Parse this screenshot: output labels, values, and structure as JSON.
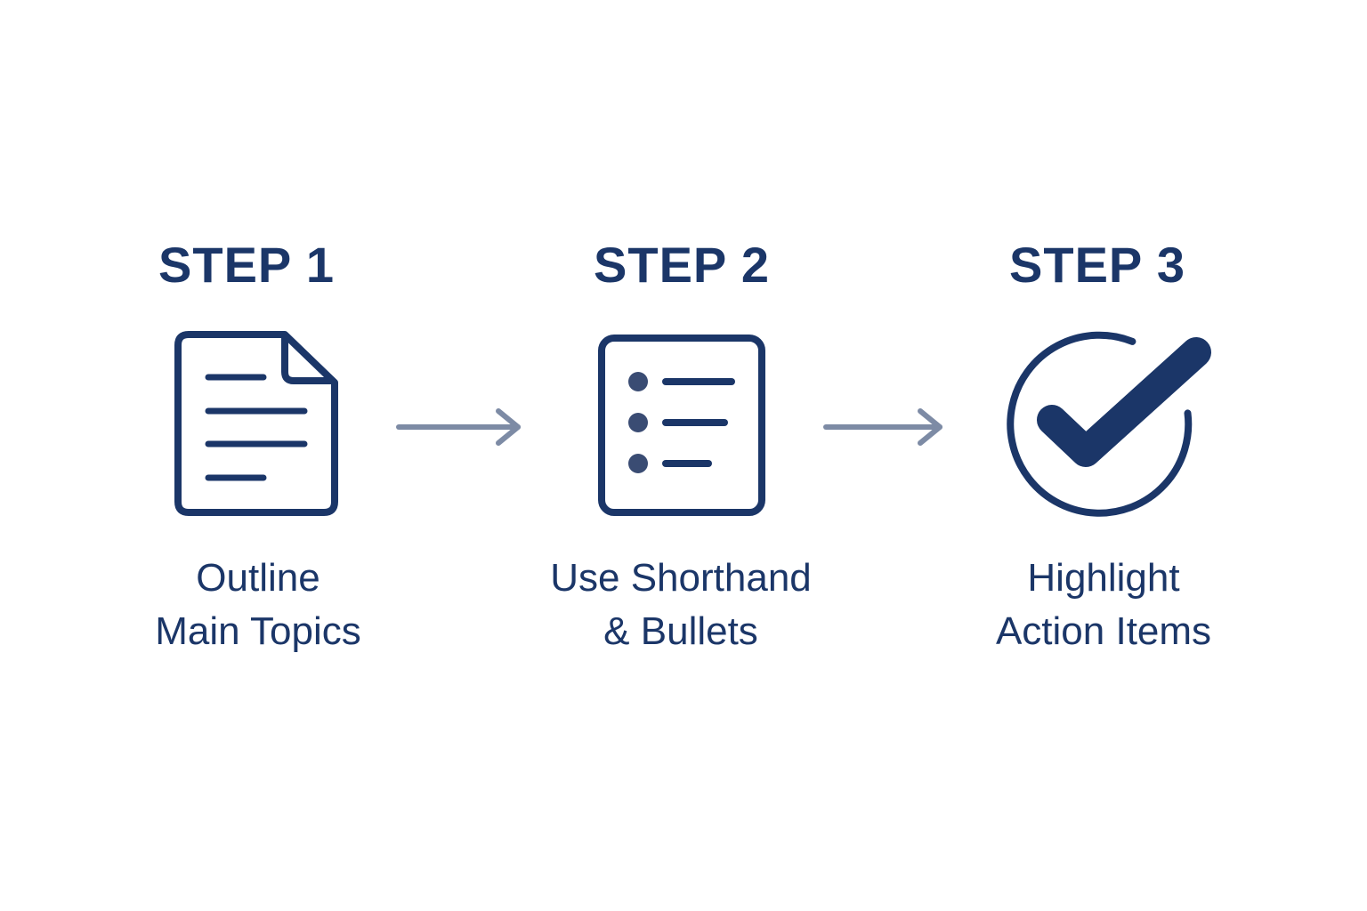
{
  "colors": {
    "background": "#FFFFFF",
    "primary": "#1B3668",
    "arrow": "#7D8BA5",
    "bullet": "#3A4C73"
  },
  "steps": [
    {
      "title": "STEP 1",
      "icon": "document-icon",
      "caption_line1": "Outline",
      "caption_line2": "Main Topics"
    },
    {
      "title": "STEP 2",
      "icon": "bulleted-list-icon",
      "caption_line1": "Use Shorthand",
      "caption_line2": "& Bullets"
    },
    {
      "title": "STEP 3",
      "icon": "checkmark-circle-icon",
      "caption_line1": "Highlight",
      "caption_line2": "Action Items"
    }
  ],
  "connectors": [
    {
      "icon": "arrow-right-icon"
    },
    {
      "icon": "arrow-right-icon"
    }
  ]
}
